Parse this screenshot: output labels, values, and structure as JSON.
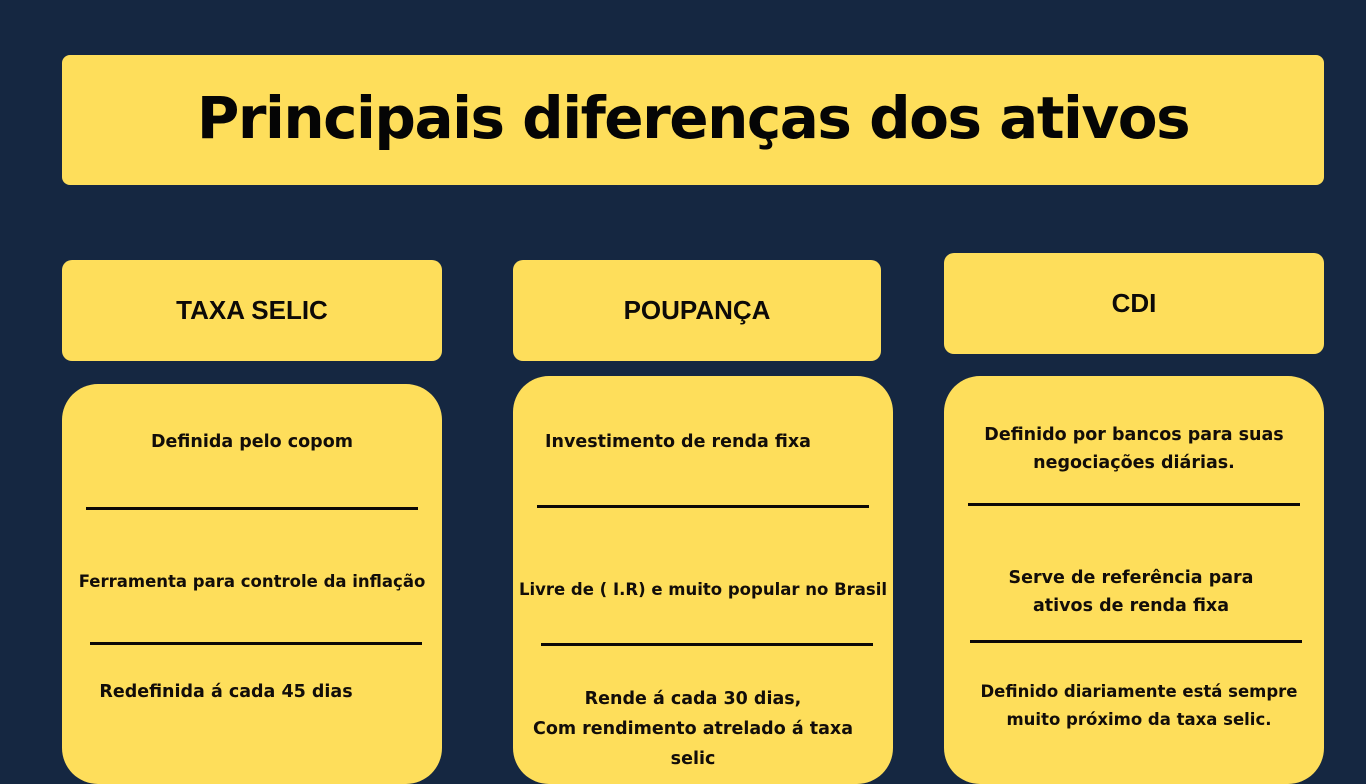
{
  "page": {
    "title": "Principais diferenças dos ativos",
    "colors": {
      "background": "#152741",
      "card": "#fede5b",
      "text": "#050505"
    }
  },
  "columns": [
    {
      "header": "TAXA SELIC",
      "items": [
        "Definida pelo copom",
        "Ferramenta para controle da inflação",
        "Redefinida á cada 45 dias"
      ]
    },
    {
      "header": "POUPANÇA",
      "items": [
        "Investimento de renda fixa",
        "Livre de ( I.R) e muito popular no Brasil",
        "Rende á cada 30 dias,\nCom rendimento atrelado á taxa selic"
      ]
    },
    {
      "header": "CDI",
      "items": [
        "Definido por bancos para suas\nnegociações diárias.",
        "Serve de referência para\nativos de renda fixa",
        "Definido diariamente está sempre\nmuito próximo da taxa selic."
      ]
    }
  ]
}
